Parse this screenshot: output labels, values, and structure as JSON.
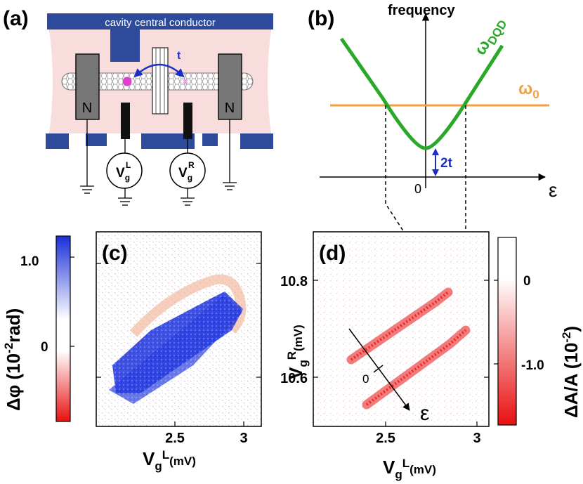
{
  "figure": {
    "panel_a": {
      "label": "(a)",
      "cavity_label": "cavity central conductor",
      "contact_left": "N",
      "contact_right": "N",
      "tunnel_label": "t",
      "gate_left": {
        "base": "V",
        "sub": "g",
        "sup": "L"
      },
      "gate_right": {
        "base": "V",
        "sub": "g",
        "sup": "R"
      },
      "colors": {
        "cavity": "#2e4a9a",
        "background": "#f9dcdc",
        "dot": "#e040d0",
        "arrow": "#1a2fc8"
      }
    },
    "panel_b": {
      "label": "(b)",
      "y_axis_label": "frequency",
      "x_axis_symbol": "ε",
      "origin_label": "0",
      "curve_label": {
        "base": "ω",
        "sub": "DQD"
      },
      "line_label": {
        "base": "ω",
        "sub": "0"
      },
      "gap_label": "2t",
      "colors": {
        "curve": "#2aa82a",
        "line": "#f0a040",
        "gap": "#1a2fc8"
      }
    },
    "panel_c": {
      "label": "(c)",
      "x_ticks": [
        "2.5",
        "3"
      ],
      "x_label": {
        "base": "V",
        "sub": "g",
        "sup": "L",
        "unit": "(mV)"
      },
      "colorbar_label": {
        "pre": "Δφ (10",
        "sup": "-2",
        "post": "rad)"
      },
      "colorbar_ticks": [
        "1.0",
        "0"
      ],
      "colors": {
        "positive": "#1a2fd8",
        "negative": "#e81010"
      }
    },
    "panel_d": {
      "label": "(d)",
      "x_ticks": [
        "2.5",
        "3"
      ],
      "y_ticks": [
        "10.8",
        "10.6"
      ],
      "x_label": {
        "base": "V",
        "sub": "g",
        "sup": "L",
        "unit": "(mV)"
      },
      "y_label": {
        "base": "V",
        "sub": "g",
        "sup": "R",
        "unit": "(mV)"
      },
      "detuning_symbol": "ε",
      "detuning_zero": "0",
      "colorbar_label": {
        "pre": "ΔA/A (10",
        "sup": "-2",
        "post": ")"
      },
      "colorbar_ticks": [
        "0",
        "-1.0"
      ],
      "colors": {
        "trace": "#e81010"
      }
    }
  }
}
